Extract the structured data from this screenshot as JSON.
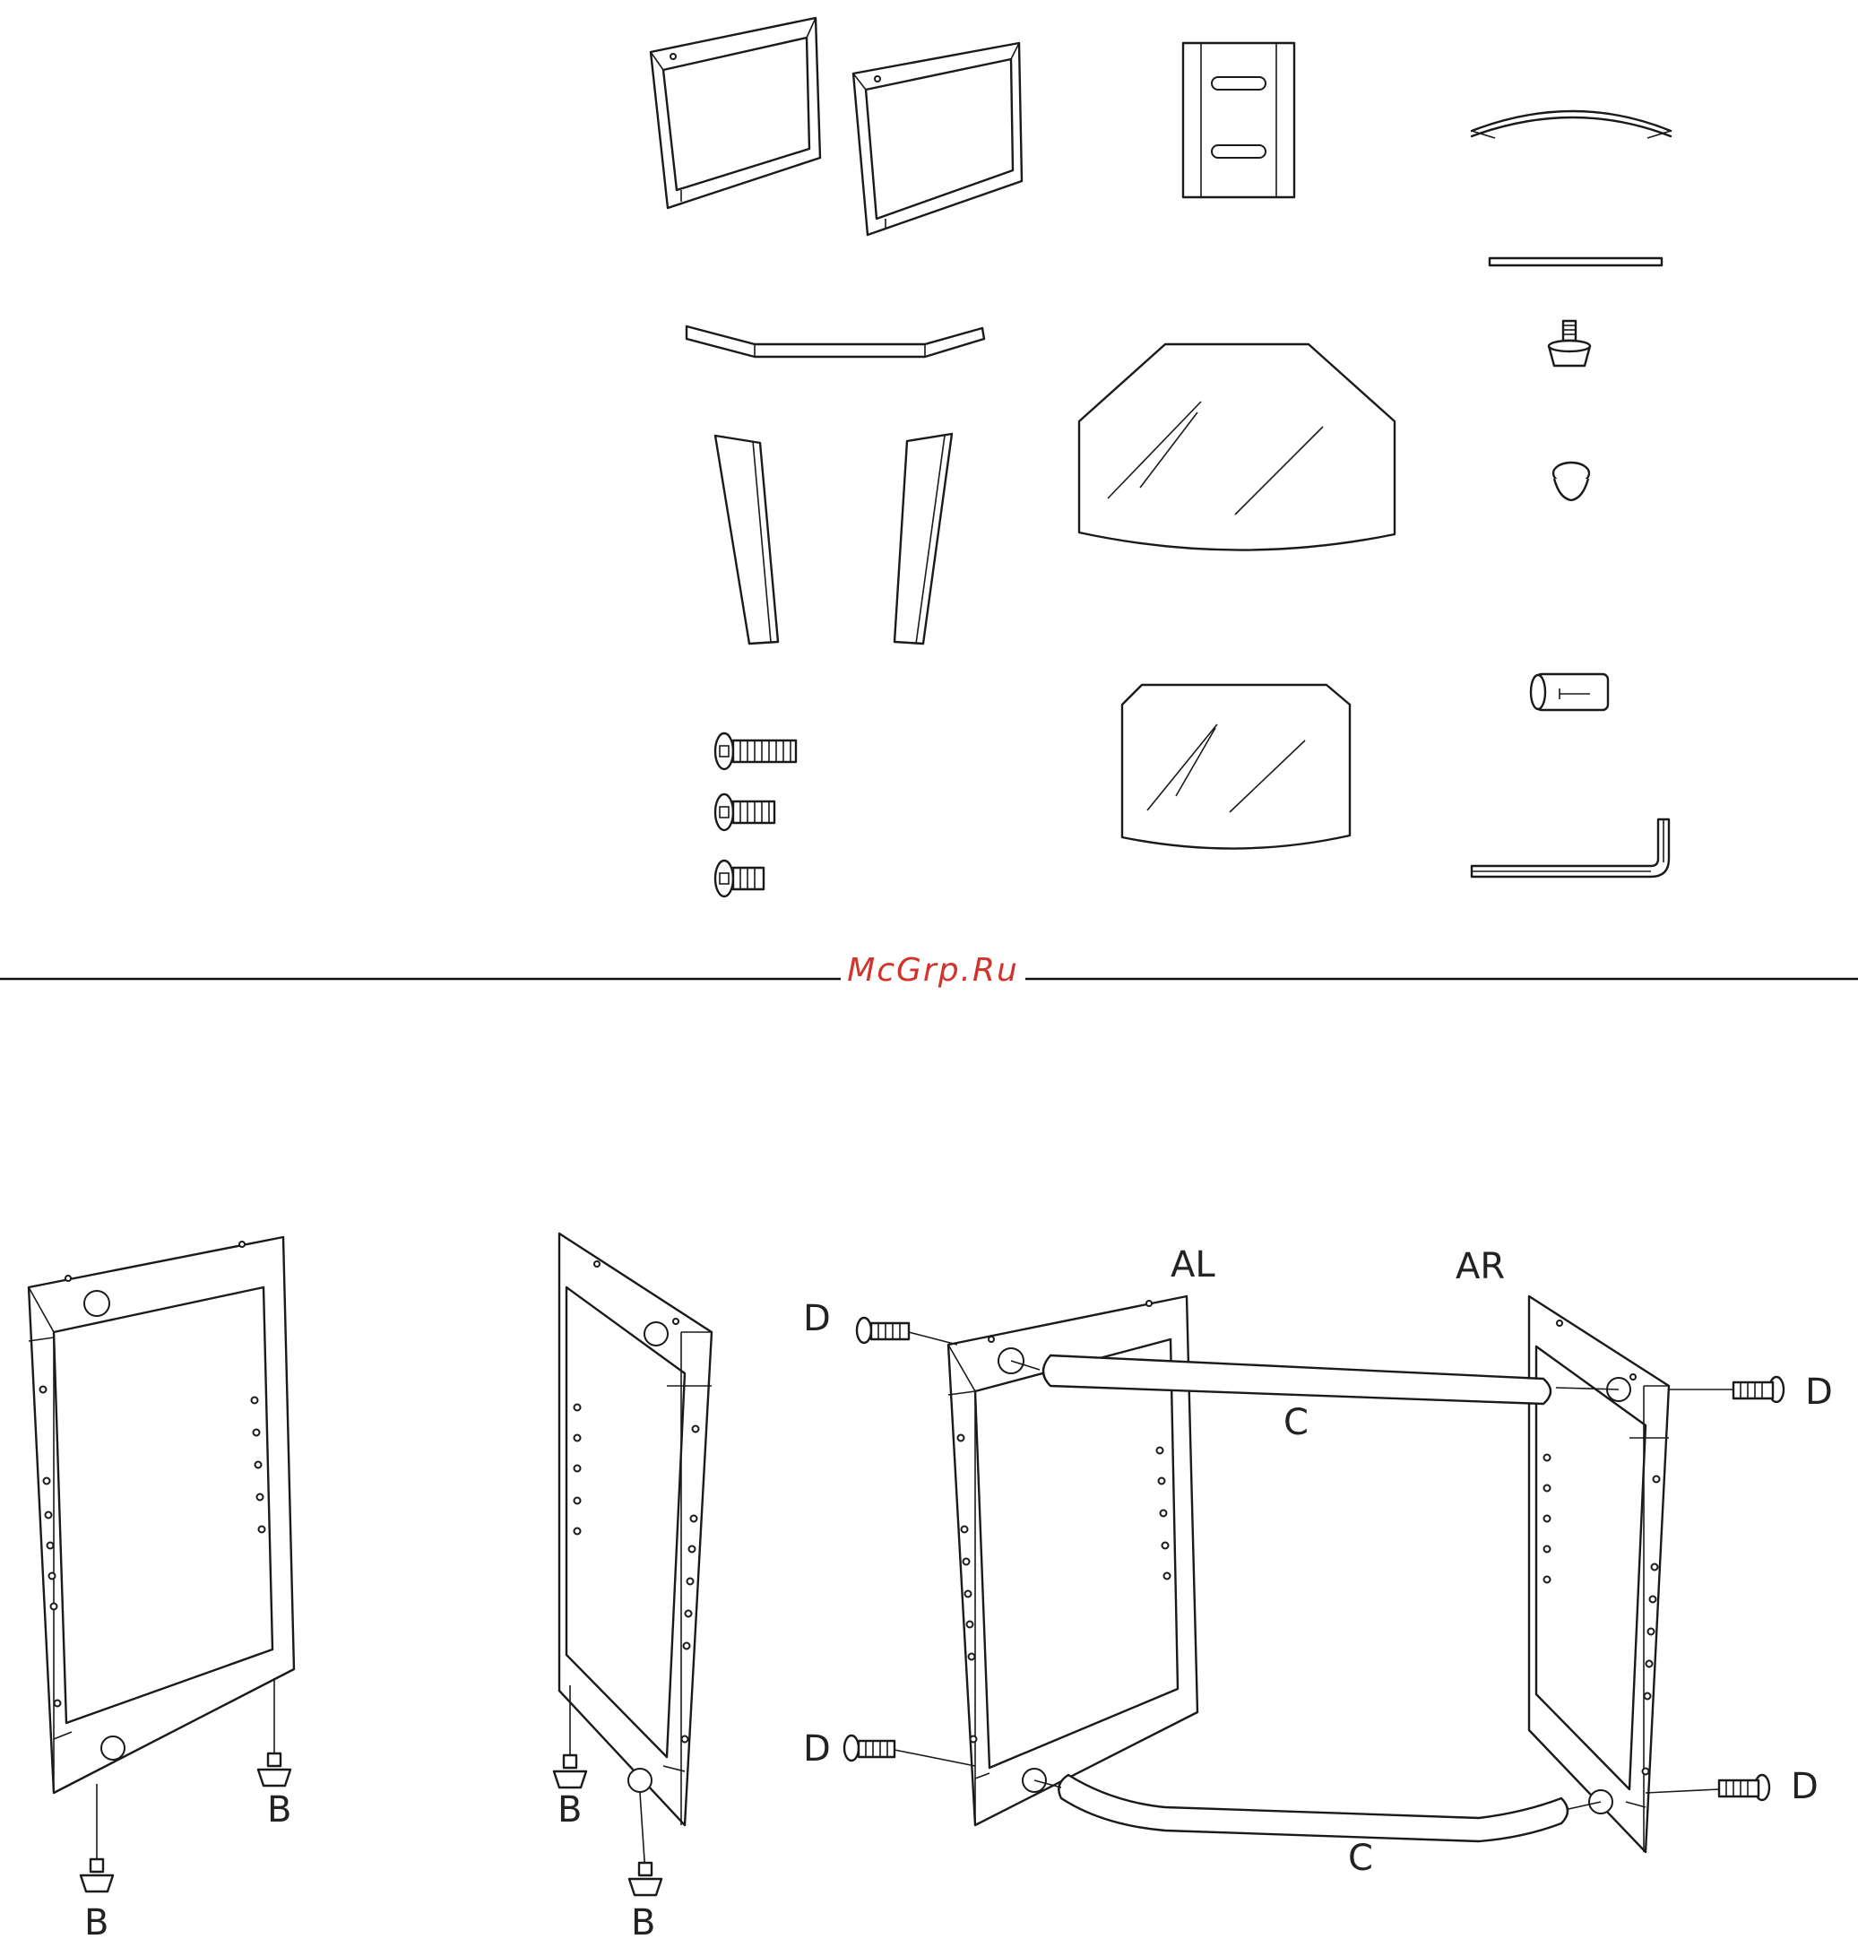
{
  "watermark": {
    "text": "McGrp.Ru",
    "color": "#d0342c"
  },
  "labels": {
    "feet": [
      "B",
      "B",
      "B",
      "B"
    ],
    "side_left": "AL",
    "side_right": "AR",
    "rod": [
      "C",
      "C"
    ],
    "bolts": [
      "D",
      "D",
      "D",
      "D"
    ]
  },
  "parts": [
    "side-frame-left-icon",
    "side-frame-right-icon",
    "bracket-plate-icon",
    "curved-trim-icon",
    "flat-strip-icon",
    "adjustable-foot-icon",
    "cap-foot-icon",
    "front-rail-icon",
    "tapered-leg-left-icon",
    "tapered-leg-right-icon",
    "glass-shelf-large-icon",
    "glass-shelf-small-icon",
    "bolt-long-icon",
    "bolt-medium-icon",
    "bolt-short-icon",
    "sleeve-nut-icon",
    "allen-key-icon"
  ]
}
